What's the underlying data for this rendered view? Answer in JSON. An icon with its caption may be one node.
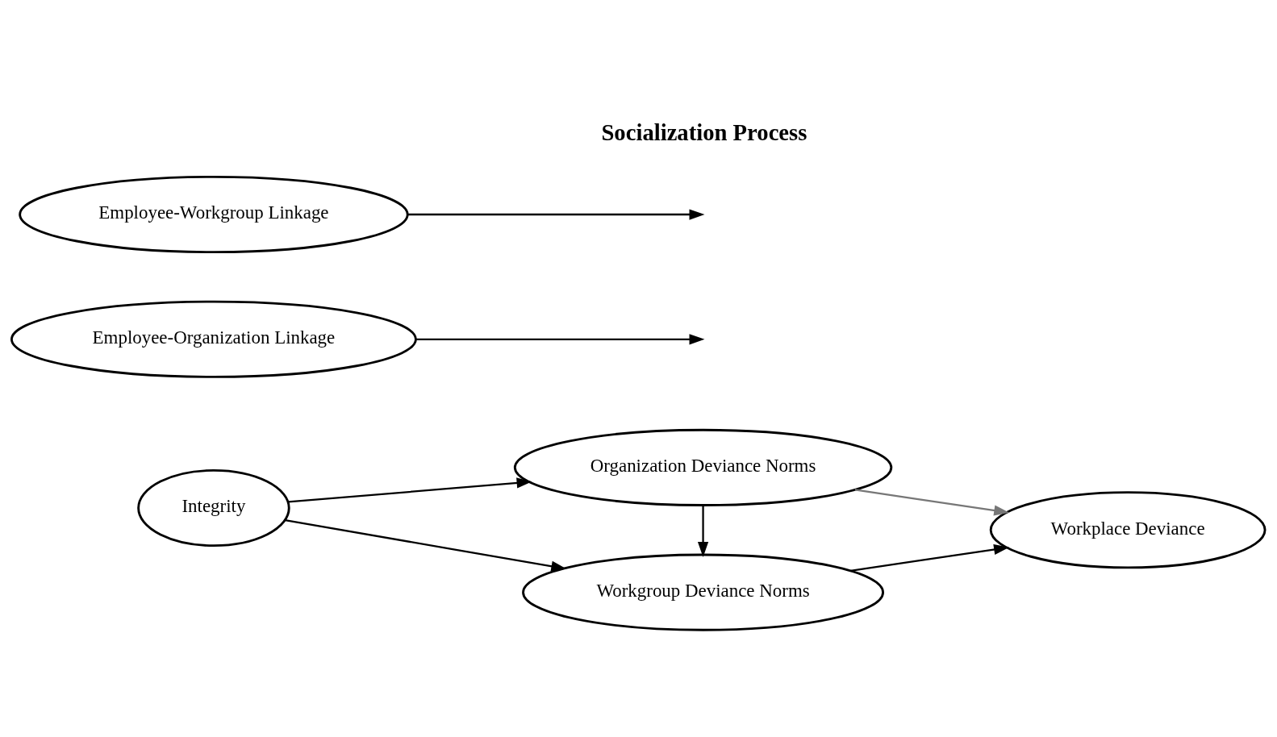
{
  "diagram": {
    "nodes": [
      {
        "text": [
          "Integrity"
        ]
      },
      {
        "text": [
          "Organization Deviance Norms"
        ]
      },
      {
        "text": [
          "Workgroup Deviance Norms"
        ]
      },
      {
        "text": [
          "Workplace Deviance"
        ]
      },
      {
        "text": [
          "Employee-Organization Linkage"
        ]
      },
      {
        "text": [
          "Employee-Workgroup Linkage"
        ]
      }
    ],
    "edges": [
      {
        "from": 0,
        "to": 1,
        "arrow": "to"
      },
      {
        "from": 0,
        "to": 2,
        "arrow": "to"
      },
      {
        "from": 1,
        "to": 2,
        "arrow": "to"
      },
      {
        "from": 1,
        "to": 3,
        "arrow": "to",
        "color": "#777777"
      },
      {
        "from": 2,
        "to": 3,
        "arrow": "to"
      },
      {
        "from": 4,
        "to": null,
        "arrow": "to"
      },
      {
        "from": 5,
        "to": null,
        "arrow": "to"
      }
    ],
    "labels": [
      "Socialization Process"
    ]
  }
}
